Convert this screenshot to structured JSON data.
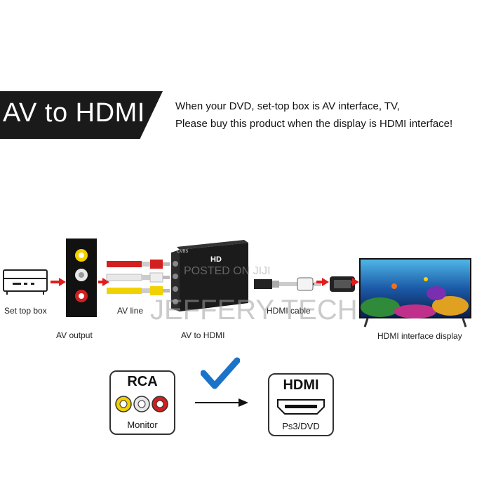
{
  "header": {
    "title": "AV to HDMI",
    "line1": "When your DVD, set-top box is AV interface, TV,",
    "line2": "Please buy this product when the display is HDMI interface!"
  },
  "diagram": {
    "set_top_box": "Set top box",
    "av_output": "AV output",
    "av_line": "AV line",
    "av_to_hdmi": "AV to HDMI",
    "hdmi_cable": "HDMI cable",
    "hdmi_display": "HDMI interface display",
    "converter_badge": "HD",
    "port_label": "CVBS"
  },
  "watermark": {
    "line1": "POSTED ON JIJI",
    "line2": "JEFFERY TECH"
  },
  "bottom": {
    "rca_title": "RCA",
    "rca_sub": "Monitor",
    "hdmi_title": "HDMI",
    "hdmi_sub": "Ps3/DVD"
  },
  "colors": {
    "accent_red": "#e21b1b",
    "check_blue": "#1a73c8",
    "rca_yellow": "#f2d100",
    "rca_white": "#e8e8e8",
    "rca_red": "#d21f1f"
  }
}
